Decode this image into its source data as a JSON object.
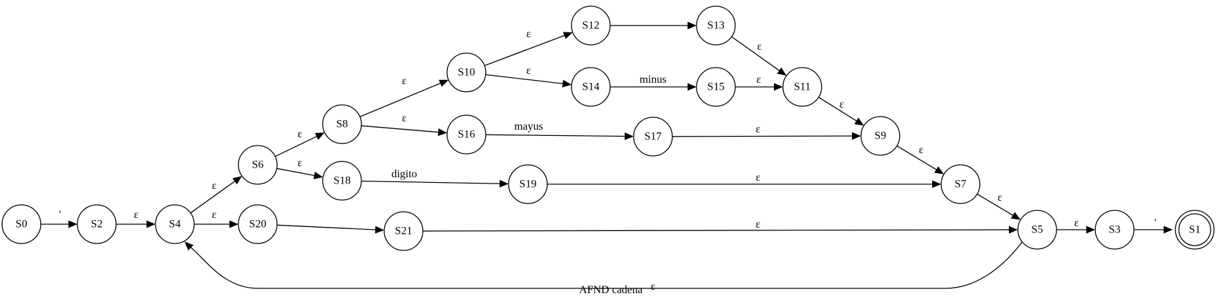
{
  "diagram": {
    "caption": "AFND cadena",
    "nodes": [
      {
        "id": "S0",
        "label": "S0"
      },
      {
        "id": "S2",
        "label": "S2"
      },
      {
        "id": "S4",
        "label": "S4"
      },
      {
        "id": "S6",
        "label": "S6"
      },
      {
        "id": "S20",
        "label": "S20"
      },
      {
        "id": "S8",
        "label": "S8"
      },
      {
        "id": "S18",
        "label": "S18"
      },
      {
        "id": "S21",
        "label": "S21"
      },
      {
        "id": "S10",
        "label": "S10"
      },
      {
        "id": "S16",
        "label": "S16"
      },
      {
        "id": "S19",
        "label": "S19"
      },
      {
        "id": "S12",
        "label": "S12"
      },
      {
        "id": "S14",
        "label": "S14"
      },
      {
        "id": "S17",
        "label": "S17"
      },
      {
        "id": "S13",
        "label": "S13"
      },
      {
        "id": "S15",
        "label": "S15"
      },
      {
        "id": "S11",
        "label": "S11"
      },
      {
        "id": "S9",
        "label": "S9"
      },
      {
        "id": "S7",
        "label": "S7"
      },
      {
        "id": "S5",
        "label": "S5"
      },
      {
        "id": "S3",
        "label": "S3"
      },
      {
        "id": "S1",
        "label": "S1",
        "accepting": true
      }
    ],
    "edges": [
      {
        "from": "S0",
        "to": "S2",
        "label": "'"
      },
      {
        "from": "S2",
        "to": "S4",
        "label": "ε"
      },
      {
        "from": "S4",
        "to": "S6",
        "label": "ε"
      },
      {
        "from": "S4",
        "to": "S20",
        "label": "ε"
      },
      {
        "from": "S6",
        "to": "S8",
        "label": "ε"
      },
      {
        "from": "S6",
        "to": "S18",
        "label": "ε"
      },
      {
        "from": "S8",
        "to": "S10",
        "label": "ε"
      },
      {
        "from": "S8",
        "to": "S16",
        "label": "ε"
      },
      {
        "from": "S10",
        "to": "S12",
        "label": "ε"
      },
      {
        "from": "S10",
        "to": "S14",
        "label": "ε"
      },
      {
        "from": "S12",
        "to": "S13",
        "label": ""
      },
      {
        "from": "S13",
        "to": "S11",
        "label": "ε"
      },
      {
        "from": "S14",
        "to": "S15",
        "label": "minus"
      },
      {
        "from": "S15",
        "to": "S11",
        "label": "ε"
      },
      {
        "from": "S11",
        "to": "S9",
        "label": "ε"
      },
      {
        "from": "S16",
        "to": "S17",
        "label": "mayus"
      },
      {
        "from": "S17",
        "to": "S9",
        "label": "ε"
      },
      {
        "from": "S9",
        "to": "S7",
        "label": "ε"
      },
      {
        "from": "S18",
        "to": "S19",
        "label": "digito"
      },
      {
        "from": "S19",
        "to": "S7",
        "label": "ε"
      },
      {
        "from": "S7",
        "to": "S5",
        "label": "ε"
      },
      {
        "from": "S20",
        "to": "S21",
        "label": ""
      },
      {
        "from": "S21",
        "to": "S5",
        "label": "ε"
      },
      {
        "from": "S5",
        "to": "S3",
        "label": "ε"
      },
      {
        "from": "S3",
        "to": "S1",
        "label": "'"
      },
      {
        "from": "S5",
        "to": "S4",
        "label": "ε"
      }
    ]
  }
}
